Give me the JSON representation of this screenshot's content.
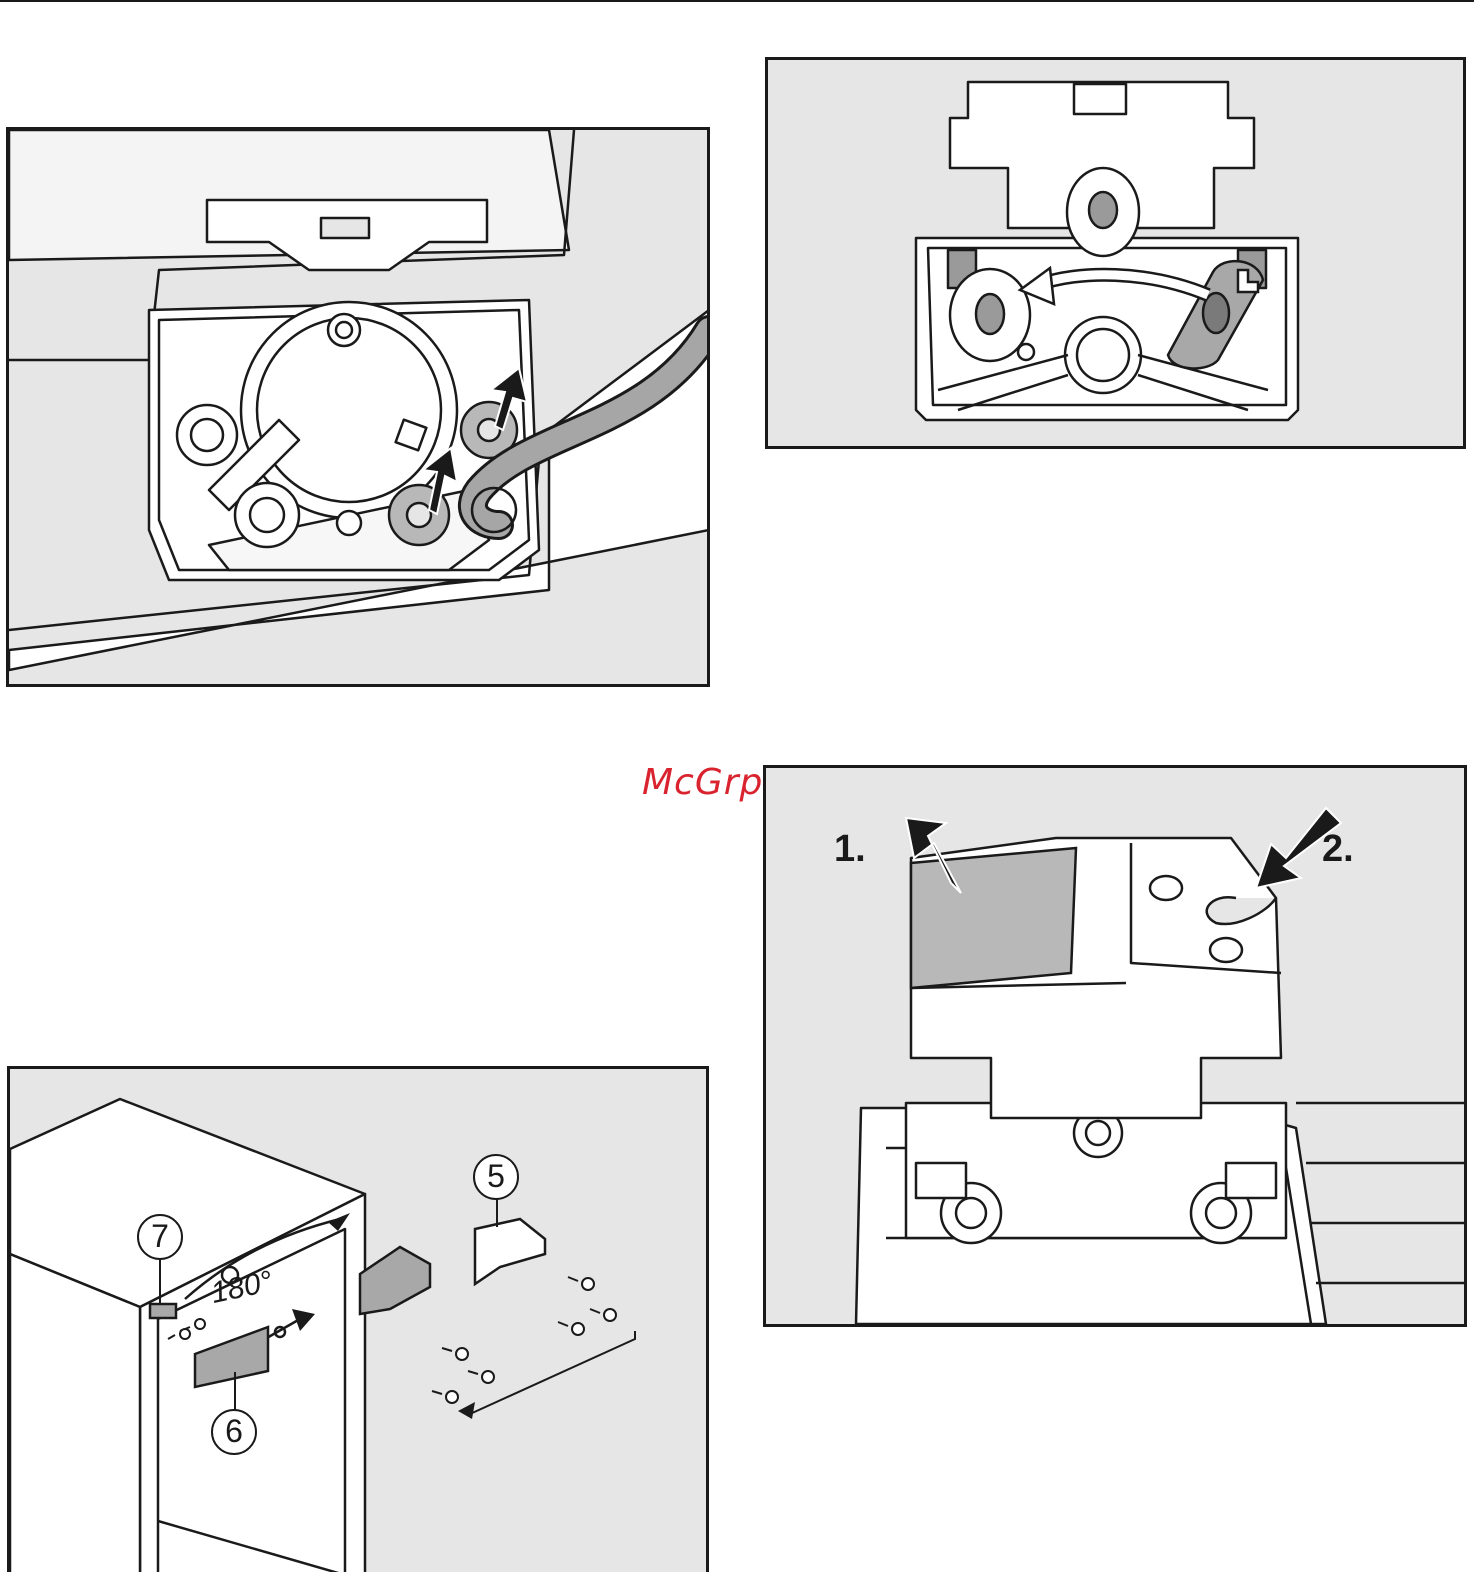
{
  "watermark": {
    "text": "McGrp.Ru",
    "color": "#d9232e"
  },
  "figure_hinge_screws": {},
  "figure_hinge_plate": {},
  "figure_hinge_removal": {
    "steps": [
      "1.",
      "2."
    ]
  },
  "figure_cabinet": {
    "callouts": [
      "5",
      "6",
      "7"
    ],
    "angle_label": "180°"
  }
}
